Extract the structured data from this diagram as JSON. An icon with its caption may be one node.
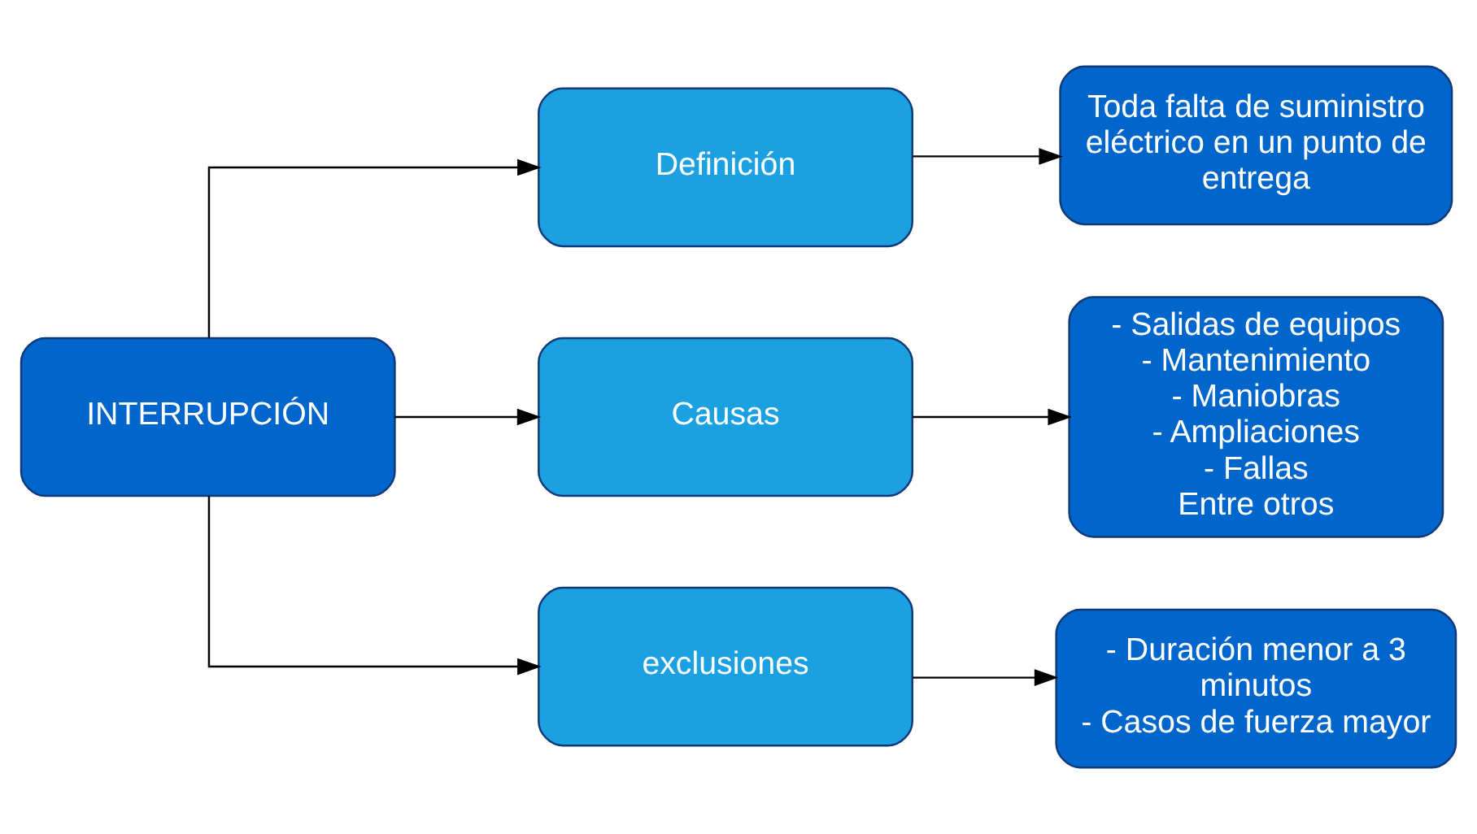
{
  "diagram": {
    "nodes": [
      {
        "text": [
          "INTERRUPCIÓN"
        ]
      },
      {
        "text": [
          "Definición"
        ]
      },
      {
        "text": [
          "Causas"
        ]
      },
      {
        "text": [
          "exclusiones"
        ]
      },
      {
        "text": [
          "Toda falta de suministro eléctrico en un punto de entrega"
        ]
      },
      {
        "text": [
          "- Salidas de equipos",
          "- Mantenimiento",
          "- Maniobras",
          "- Ampliaciones",
          "- Fallas",
          "Entre otros"
        ]
      },
      {
        "text": [
          "- Duración menor a 3 minutos",
          "- Casos de fuerza mayor"
        ]
      }
    ],
    "edges": [
      {
        "from": 0,
        "to": 1,
        "arrow": "to"
      },
      {
        "from": 0,
        "to": 2,
        "arrow": "to"
      },
      {
        "from": 0,
        "to": 3,
        "arrow": "to"
      },
      {
        "from": 1,
        "to": 4,
        "arrow": "to"
      },
      {
        "from": 2,
        "to": 5,
        "arrow": "to"
      },
      {
        "from": 3,
        "to": 6,
        "arrow": "to"
      }
    ]
  }
}
